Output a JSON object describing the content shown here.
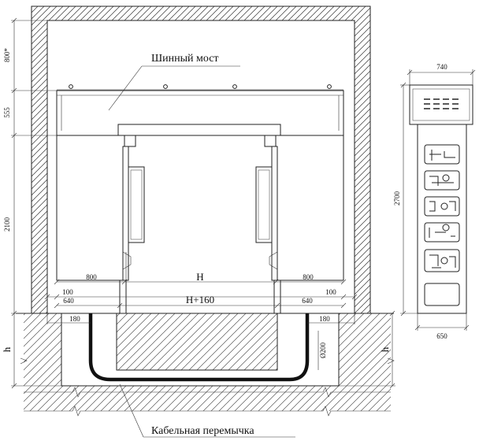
{
  "labels": {
    "busbar_bridge": "Шинный мост",
    "cable_jumper": "Кабельная перемычка",
    "width_H": "H",
    "width_H_plus": "H+160",
    "depth_h_left": "h",
    "depth_h_right": "h"
  },
  "dimensions": {
    "top_gap": "800*",
    "bridge_height": "555",
    "cabinet_height": "2100",
    "left_width": "800",
    "right_width": "800",
    "left_offset": "100",
    "right_offset": "100",
    "left_640": "640",
    "right_640": "640",
    "left_180": "180",
    "right_180": "180",
    "pipe_diameter": "Ø200",
    "side_top_width": "740",
    "side_height": "2700",
    "side_bottom_width": "650"
  }
}
